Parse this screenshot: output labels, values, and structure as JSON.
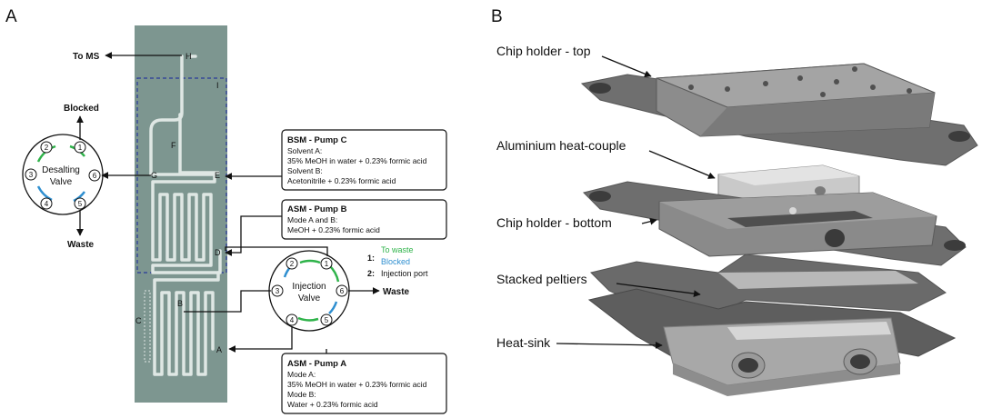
{
  "panel_a": {
    "letter": "A",
    "outlet_label": "To MS",
    "chip_points": {
      "h": "H",
      "i": "I",
      "f": "F",
      "g": "G",
      "e": "E",
      "d": "D",
      "b": "B",
      "c": "C",
      "a": "A"
    },
    "desalting_valve": {
      "title_line1": "Desalting",
      "title_line2": "Valve",
      "top_label": "Blocked",
      "bottom_label": "Waste",
      "ports": [
        "1",
        "2",
        "3",
        "4",
        "5",
        "6"
      ]
    },
    "injection_valve": {
      "title_line1": "Injection",
      "title_line2": "Valve",
      "right_label": "Waste",
      "ports": [
        "1",
        "2",
        "3",
        "4",
        "5",
        "6"
      ]
    },
    "legend": {
      "item1_key": "1:",
      "item1_line1": "To waste",
      "item1_line2": "Blocked",
      "item2_key": "2:",
      "item2_text": "Injection port",
      "color_to_waste": "#2fb34a",
      "color_blocked": "#2f8fd0"
    },
    "bsm_box": {
      "title": "BSM - Pump C",
      "line1": "Solvent A:",
      "line2": "35% MeOH in water + 0.23% formic acid",
      "line3": "Solvent B:",
      "line4": "Acetonitrile + 0.23% formic acid"
    },
    "asm_b_box": {
      "title": "ASM - Pump B",
      "line1": "Mode A and B:",
      "line2": "MeOH + 0.23% formic acid"
    },
    "asm_a_box": {
      "title": "ASM - Pump A",
      "line1": "Mode A:",
      "line2": "35% MeOH in water + 0.23% formic acid",
      "line3": "Mode B:",
      "line4": "Water + 0.23% formic acid"
    },
    "chip_color": "#7d9690"
  },
  "panel_b": {
    "letter": "B",
    "labels": {
      "top": "Chip holder - top",
      "heat_couple": "Aluminium heat-couple",
      "bottom": "Chip holder - bottom",
      "peltiers": "Stacked peltiers",
      "heat_sink": "Heat-sink"
    }
  }
}
